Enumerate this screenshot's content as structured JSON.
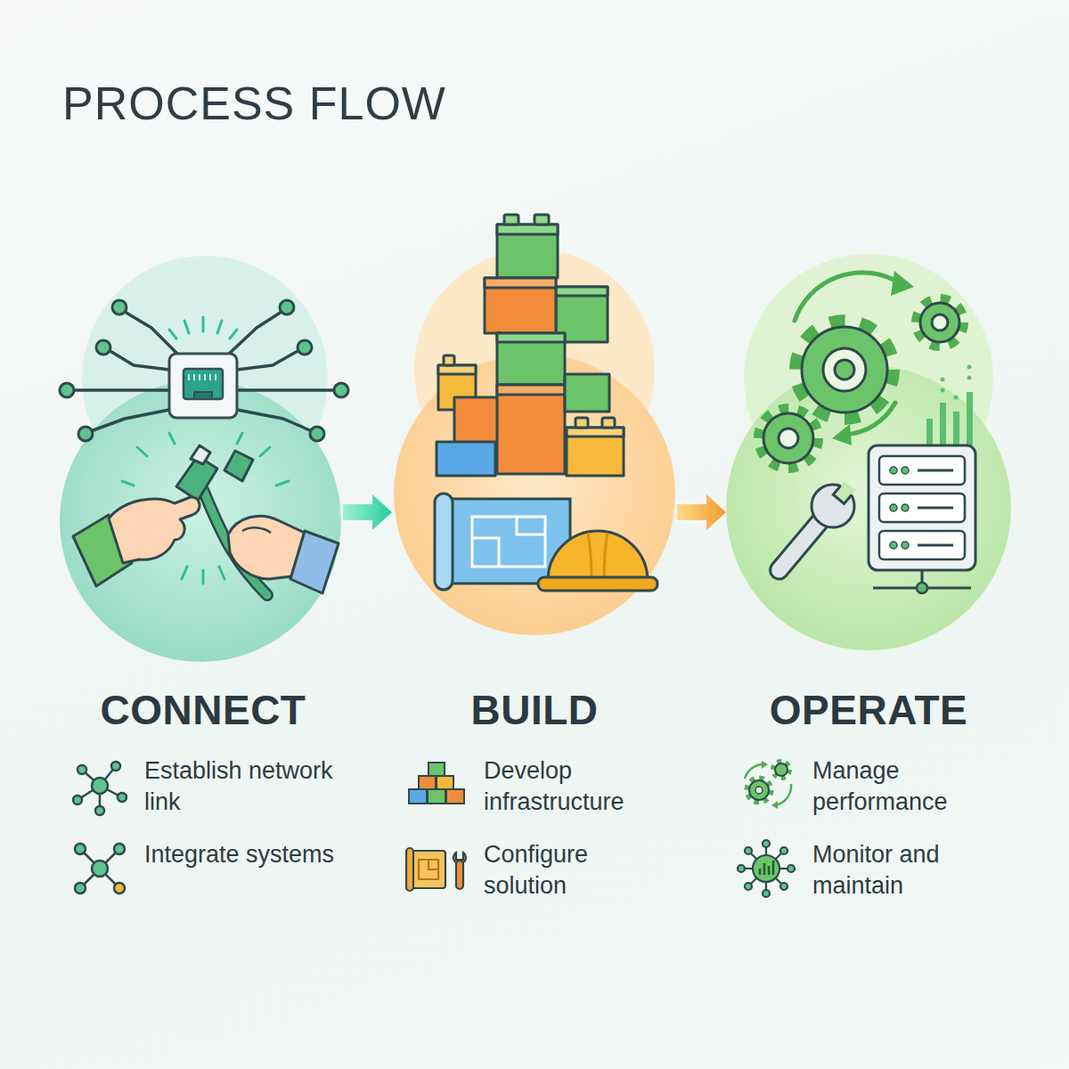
{
  "diagram": {
    "title": "PROCESS FLOW",
    "nodes": [
      {
        "text": [
          "CONNECT",
          "Establish network link",
          "Integrate systems"
        ]
      },
      {
        "text": [
          "BUILD",
          "Develop infrastructure",
          "Configure solution"
        ]
      },
      {
        "text": [
          "OPERATE",
          "Manage performance",
          "Monitor and maintain"
        ]
      }
    ],
    "edges": [
      {
        "from": 0,
        "to": 1,
        "arrow": "to"
      },
      {
        "from": 1,
        "to": 2,
        "arrow": "to"
      }
    ]
  }
}
